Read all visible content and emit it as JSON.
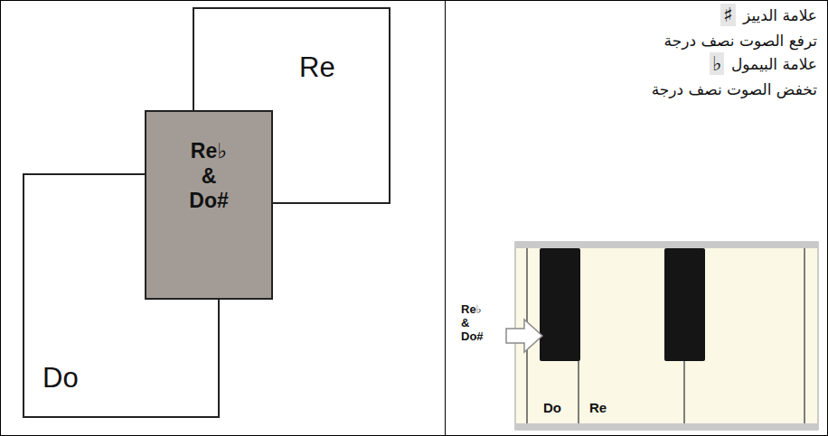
{
  "diagram": {
    "nodes": [
      {
        "text": [
          "Re"
        ]
      },
      {
        "text": [
          "Re♭ & Do#"
        ]
      },
      {
        "text": [
          "Do"
        ]
      }
    ],
    "labels": [
      "علامة الدييز",
      "♯",
      "ترفع الصوت نصف درجة",
      "علامة البيمول",
      "♭",
      "تخفض الصوت نصف درجة",
      "Re♭ & Do#",
      "Do",
      "Re"
    ]
  }
}
